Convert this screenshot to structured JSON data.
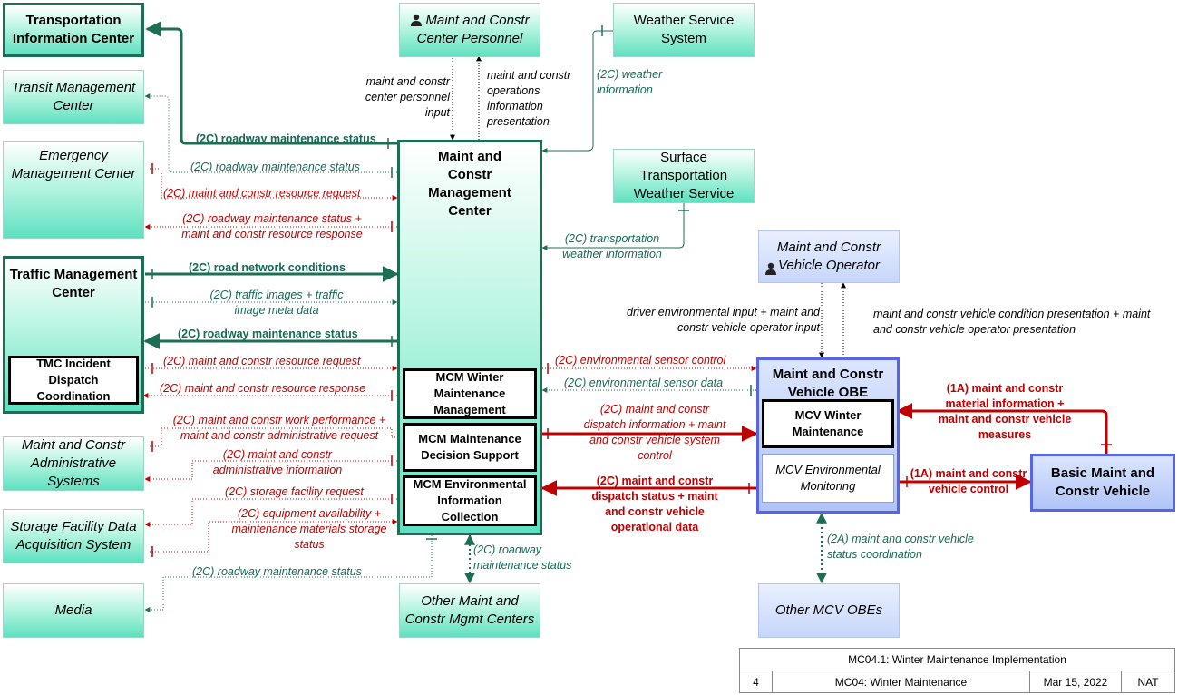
{
  "boxes": {
    "tic": "Transportation Information Center",
    "tmc_transit": "Transit Management Center",
    "emc": "Emergency Management Center",
    "traffic": "Traffic Management Center",
    "tmc_sub": "TMC Incident Dispatch Coordination",
    "admin": "Maint and Constr Administrative Systems",
    "storage": "Storage Facility Data Acquisition System",
    "media": "Media",
    "personnel": "Maint and Constr Center Personnel",
    "weather": "Weather Service System",
    "surface": "Surface Transportation Weather Service",
    "mcm": "Maint and Constr Management Center",
    "mcm_winter": "MCM Winter Maintenance Management",
    "mcm_decision": "MCM Maintenance Decision Support",
    "mcm_env": "MCM Environmental Information Collection",
    "other_mgmt": "Other Maint and Constr Mgmt Centers",
    "operator": "Maint and Constr Vehicle Operator",
    "obe": "Maint and Constr Vehicle OBE",
    "mcv_winter": "MCV Winter Maintenance",
    "mcv_env": "MCV Environmental Monitoring",
    "basic": "Basic Maint and Constr Vehicle",
    "other_obe": "Other MCV OBEs"
  },
  "flows": {
    "f_tic": "(2C) roadway maintenance status",
    "f_transit": "(2C) roadway maintenance status",
    "f_emc_req": "(2C) maint and constr resource request",
    "f_emc_resp": "(2C) roadway maintenance status + maint and constr resource response",
    "f_tmc_net": "(2C) road network conditions",
    "f_tmc_img": "(2C) traffic images + traffic image meta data",
    "f_tmc_status": "(2C) roadway maintenance status",
    "f_tmc_req": "(2C) maint and constr resource request",
    "f_tmc_resp": "(2C) maint and constr resource response",
    "f_admin_req": "(2C) maint and constr work performance + maint and constr administrative request",
    "f_admin_info": "(2C) maint and constr administrative information",
    "f_stor_req": "(2C) storage facility request",
    "f_stor_eq": "(2C) equipment availability + maintenance materials storage status",
    "f_media": "(2C) roadway maintenance status",
    "f_pers_in": "maint and constr center personnel input",
    "f_pers_out": "maint and constr operations information presentation",
    "f_weather": "(2C) weather information",
    "f_surface": "(2C) transportation weather information",
    "f_other_mgmt": "(2C) roadway maintenance status",
    "f_env_ctrl": "(2C) environmental sensor control",
    "f_env_data": "(2C) environmental sensor data",
    "f_dispatch": "(2C) maint and constr dispatch information + maint and constr vehicle system control",
    "f_disp_status": "(2C) maint and constr dispatch status + maint and constr vehicle operational data",
    "f_op_in": "driver environmental input + maint and constr vehicle operator input",
    "f_op_out": "maint and constr vehicle condition presentation + maint and constr vehicle operator presentation",
    "f_basic_mat": "(1A) maint and constr material information + maint and constr vehicle measures",
    "f_basic_ctrl": "(1A) maint and constr vehicle control",
    "f_other_obe": "(2A) maint and constr vehicle status coordination"
  },
  "title_block": {
    "title": "MC04.1: Winter Maintenance Implementation",
    "page": "4",
    "package": "MC04: Winter Maintenance",
    "date": "Mar 15, 2022",
    "arch": "NAT"
  },
  "colors": {
    "green_line": "#1d6e55",
    "red_line": "#c00000",
    "black_line": "#000000"
  }
}
